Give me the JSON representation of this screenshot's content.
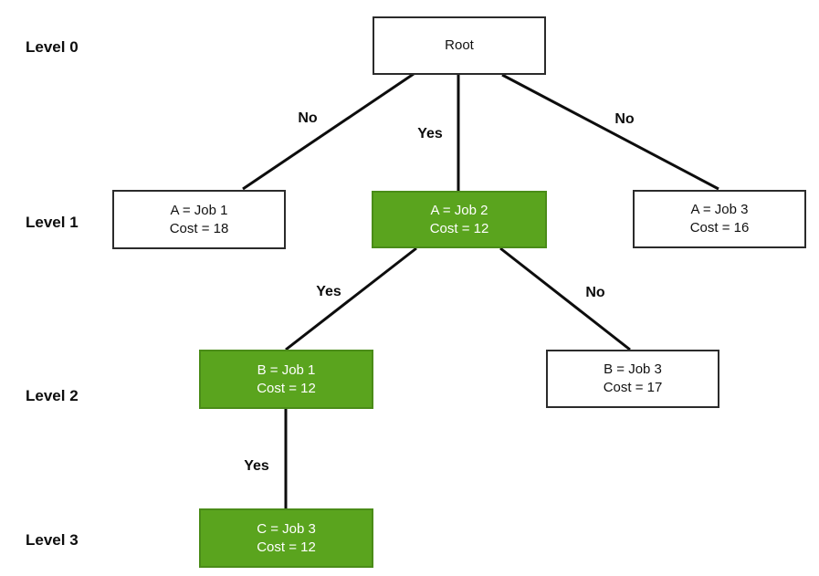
{
  "diagram": {
    "type": "decision-tree",
    "colors": {
      "background": "#ffffff",
      "highlight_fill": "#5aa41e",
      "highlight_border": "#4a8c18",
      "node_border": "#2b2b2b",
      "edge": "#0d0d0d",
      "text_dark": "#111111",
      "text_light": "#ffffff"
    }
  },
  "level_labels": [
    {
      "label": "Level 0"
    },
    {
      "label": "Level 1"
    },
    {
      "label": "Level 2"
    },
    {
      "label": "Level 3"
    }
  ],
  "nodes": {
    "root": {
      "line1": "Root",
      "line2": "",
      "highlighted": false
    },
    "a_job1": {
      "line1": "A = Job 1",
      "line2": "Cost = 18",
      "highlighted": false
    },
    "a_job2": {
      "line1": "A = Job 2",
      "line2": "Cost = 12",
      "highlighted": true
    },
    "a_job3": {
      "line1": "A = Job 3",
      "line2": "Cost = 16",
      "highlighted": false
    },
    "b_job1": {
      "line1": "B = Job 1",
      "line2": "Cost = 12",
      "highlighted": true
    },
    "b_job3": {
      "line1": "B = Job 3",
      "line2": "Cost = 17",
      "highlighted": false
    },
    "c_job3": {
      "line1": "C = Job 3",
      "line2": "Cost = 12",
      "highlighted": true
    }
  },
  "edge_labels": {
    "root_to_a_job1": "No",
    "root_to_a_job2": "Yes",
    "root_to_a_job3": "No",
    "a_job2_to_b_job1": "Yes",
    "a_job2_to_b_job3": "No",
    "b_job1_to_c_job3": "Yes"
  }
}
